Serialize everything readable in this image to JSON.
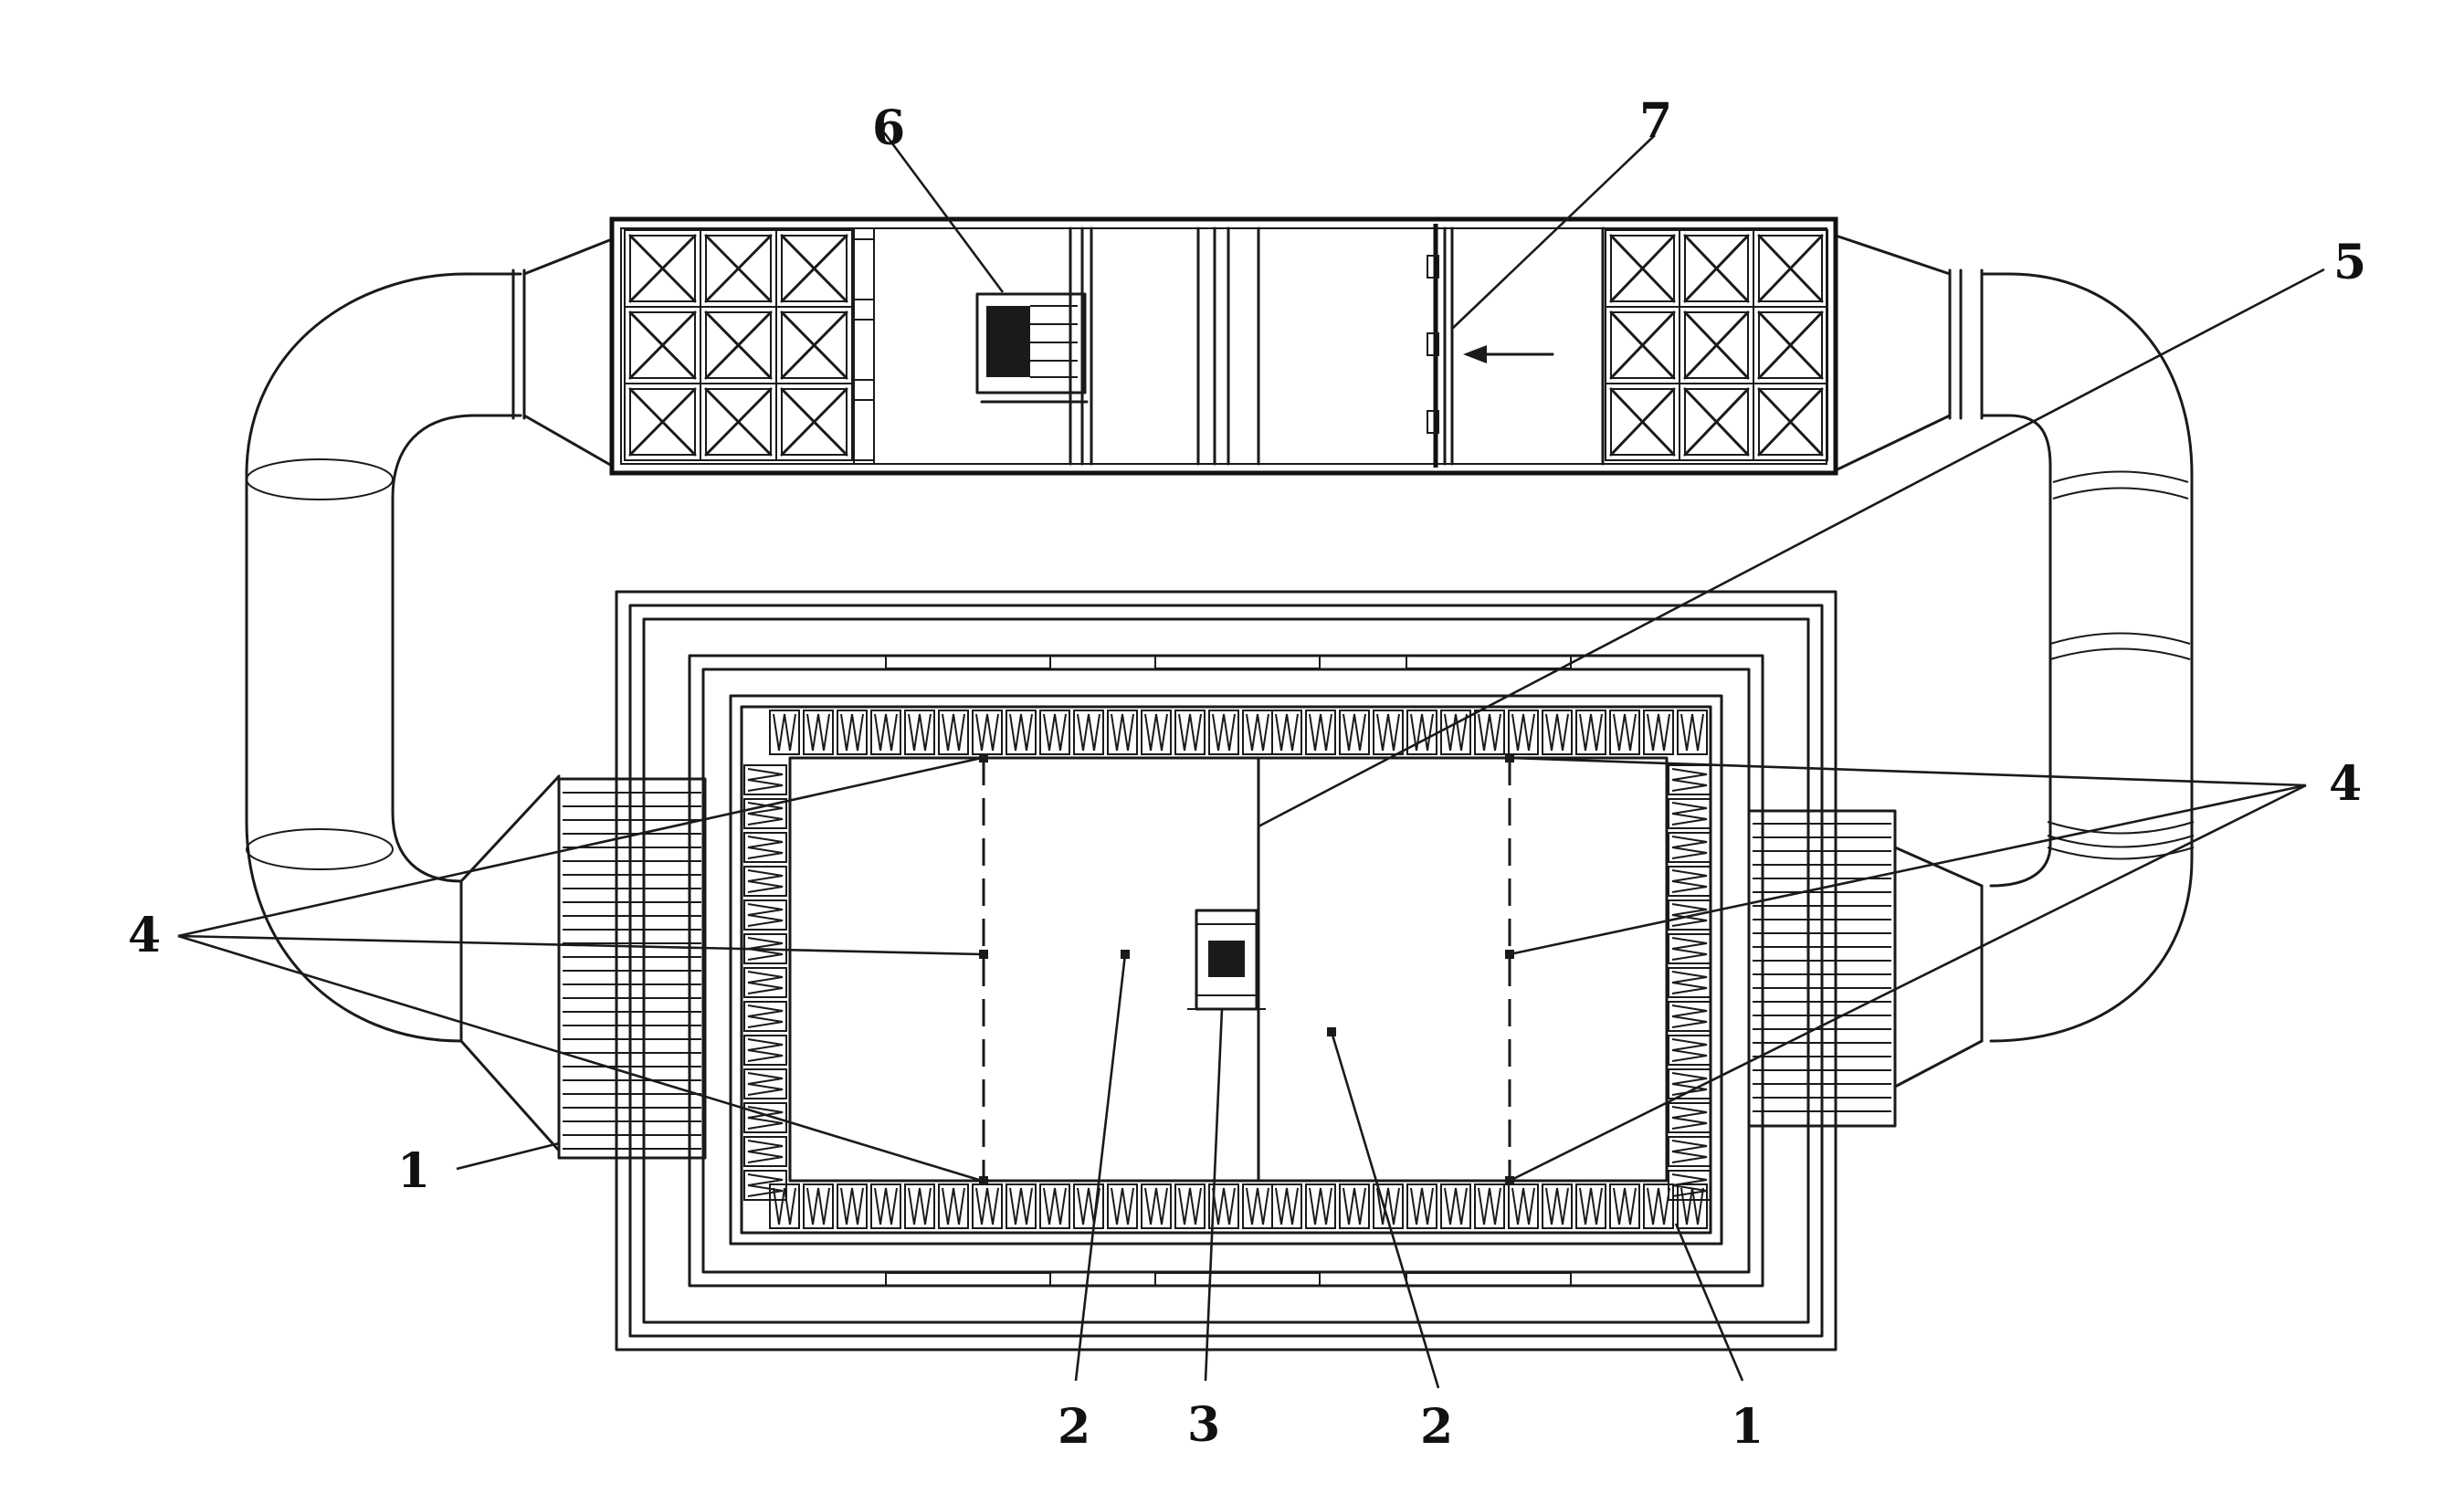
{
  "diagram": {
    "callouts": {
      "c1_left": "1",
      "c1_right": "1",
      "c2_left": "2",
      "c2_right": "2",
      "c3": "3",
      "c4_left": "4",
      "c4_right": "4",
      "c5": "5",
      "c6": "6",
      "c7": "7"
    },
    "colors": {
      "stroke": "#1a1a1a",
      "background": "#ffffff"
    }
  }
}
